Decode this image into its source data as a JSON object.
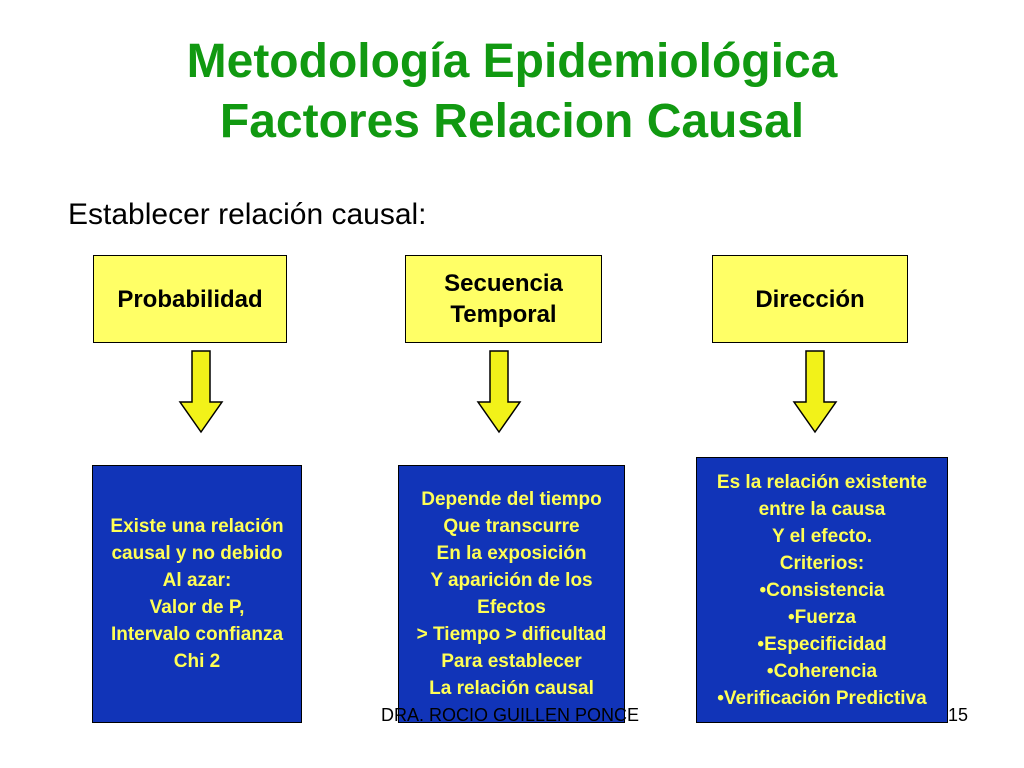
{
  "title": {
    "line1": "Metodología Epidemiológica",
    "line2": "Factores Relacion Causal"
  },
  "intro": "Establecer relación causal:",
  "columns": [
    {
      "header": [
        "Probabilidad"
      ],
      "details": [
        "Existe una relación",
        "causal y no debido",
        "Al azar:",
        "Valor de P,",
        "Intervalo confianza",
        "Chi 2"
      ]
    },
    {
      "header": [
        "Secuencia",
        "Temporal"
      ],
      "details": [
        "Depende del tiempo",
        "Que transcurre",
        "En la exposición",
        "Y aparición de los",
        "Efectos",
        "> Tiempo > dificultad",
        "Para establecer",
        "La relación causal"
      ]
    },
    {
      "header": [
        "Dirección"
      ],
      "details": [
        "Es la relación existente",
        "entre la causa",
        "Y el efecto.",
        "Criterios:",
        "•Consistencia",
        "•Fuerza",
        "•Especificidad",
        "•Coherencia",
        "•Verificación Predictiva"
      ]
    }
  ],
  "footer": "DRA. ROCIO GUILLEN PONCE",
  "page_number": "15",
  "colors": {
    "title": "#119911",
    "header_box": "#ffff66",
    "detail_box": "#1134b8",
    "detail_text": "#ffff55",
    "arrow": "#f2f219"
  }
}
